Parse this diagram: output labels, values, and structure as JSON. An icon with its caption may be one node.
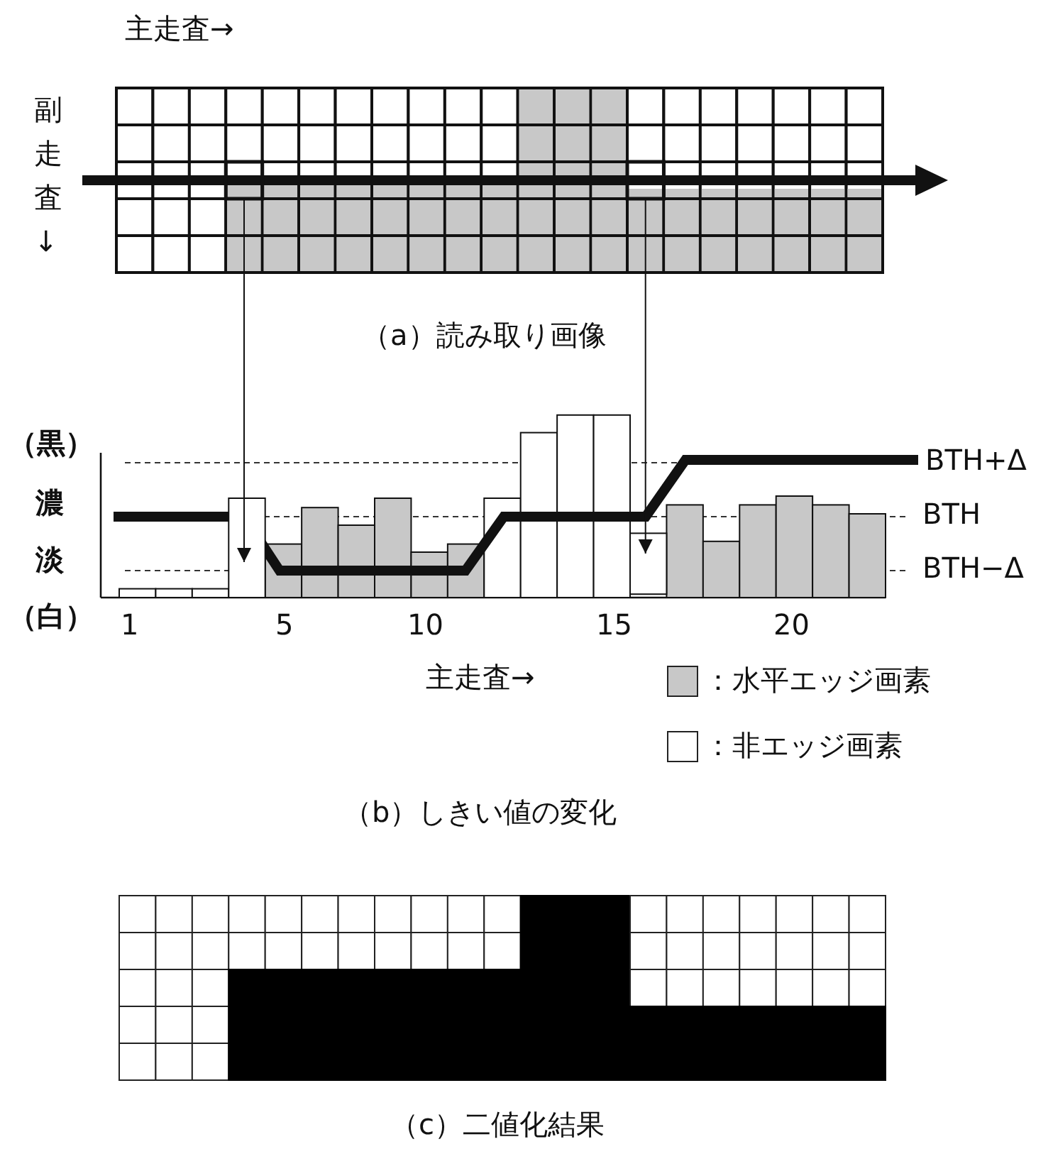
{
  "diagram": {
    "nodes": [
      {
        "text": [],
        "shape": "box"
      },
      {
        "text": [],
        "shape": "bar"
      },
      {
        "text": [],
        "shape": "box"
      },
      {
        "text": [],
        "shape": "bar"
      }
    ],
    "edges": [
      {
        "from": 0,
        "to": 1,
        "arrow": "to"
      },
      {
        "from": 2,
        "to": 3,
        "arrow": "to"
      }
    ],
    "labels": [
      "主走査→",
      "副走査↓",
      "（a）読み取り画像",
      "（黒）",
      "濃",
      "淡",
      "（白）",
      "1",
      "5",
      "10",
      "15",
      "20",
      "BTH+Δ",
      "BTH",
      "BTH−Δ",
      "主走査→",
      "（b）しきい値の変化",
      "（c）二値化結果"
    ],
    "legend": [
      {
        "text": "：水平エッジ画素",
        "color": "#c8c8c8"
      },
      {
        "text": "：非エッジ画素",
        "color": "#ffffff"
      }
    ]
  }
}
